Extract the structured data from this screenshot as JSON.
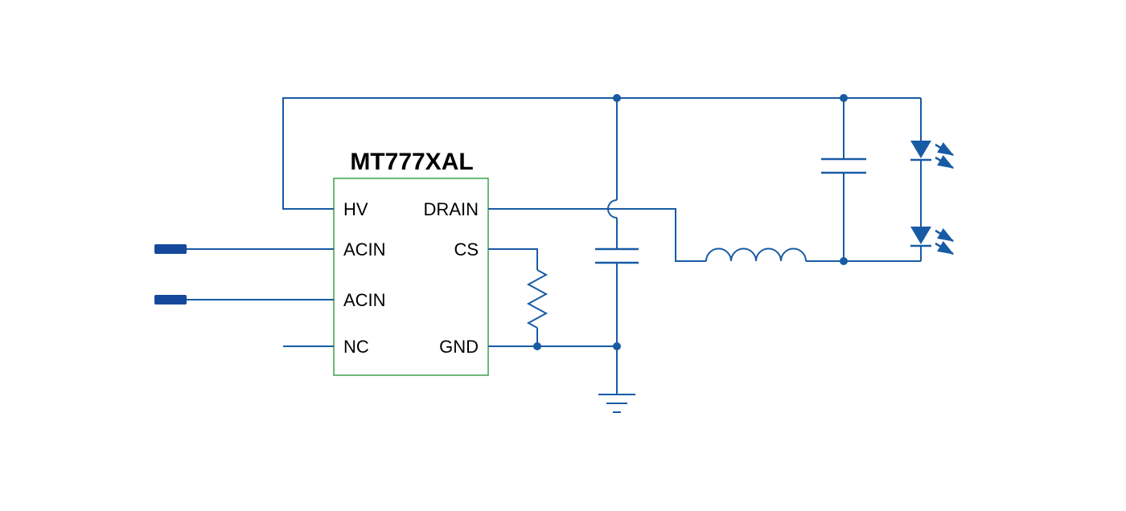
{
  "schematic": {
    "ic": {
      "title": "MT777XAL",
      "pins": {
        "hv": "HV",
        "acin1": "ACIN",
        "acin2": "ACIN",
        "nc": "NC",
        "drain": "DRAIN",
        "cs": "CS",
        "gnd": "GND"
      }
    },
    "components": [
      "ac-input-terminal-1",
      "ac-input-terminal-2",
      "current-sense-resistor",
      "capacitor-1",
      "capacitor-2",
      "inductor",
      "led-1",
      "led-2",
      "ground-symbol",
      "wire-crossover-hop"
    ],
    "colors": {
      "wire": "#185BA5",
      "terminal": "#15489B",
      "ic_border": "#3DA14C",
      "label": "#000000",
      "background": "#FFFFFF"
    }
  }
}
